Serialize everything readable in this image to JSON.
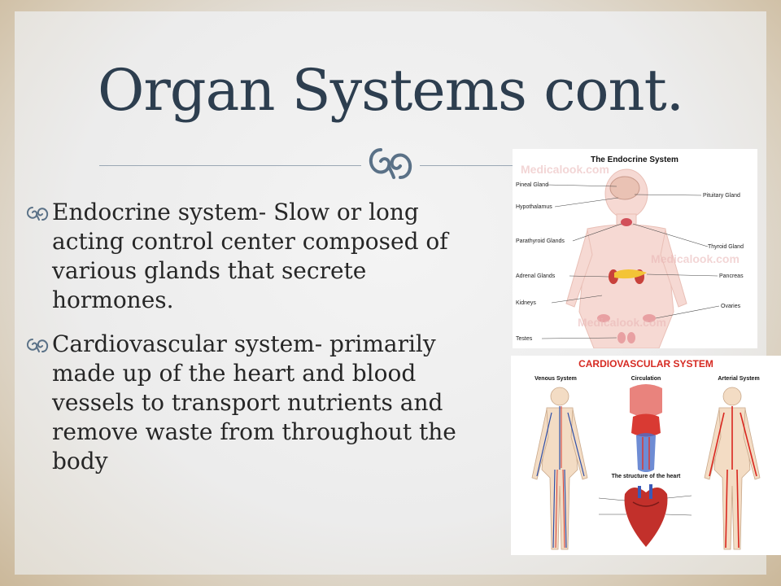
{
  "slide": {
    "title": "Organ Systems cont.",
    "bullets": [
      {
        "text": "Endocrine system- Slow or long acting control center composed of various glands that secrete hormones."
      },
      {
        "text": "Cardiovascular system- primarily made up of the heart and blood vessels to transport nutrients and remove waste from throughout the body"
      }
    ]
  },
  "endocrine_figure": {
    "title": "The Endocrine System",
    "watermark": "Medicalook.com",
    "labels_left": [
      "Pineal Gland",
      "Hypothalamus",
      "Parathyroid Glands",
      "Adrenal Glands",
      "Kidneys",
      "Testes"
    ],
    "labels_right": [
      "Pituitary Gland",
      "Thyroid Gland",
      "Pancreas",
      "Ovaries"
    ]
  },
  "cardio_figure": {
    "title": "CARDIOVASCULAR SYSTEM",
    "panels": [
      "Venous System",
      "Circulation",
      "Arterial System"
    ],
    "subtitle": "The structure of the heart"
  },
  "colors": {
    "title": "#2d3e4f",
    "body_text": "#262626",
    "ornament": "#5a7187",
    "cardio_title": "#d62a22"
  }
}
